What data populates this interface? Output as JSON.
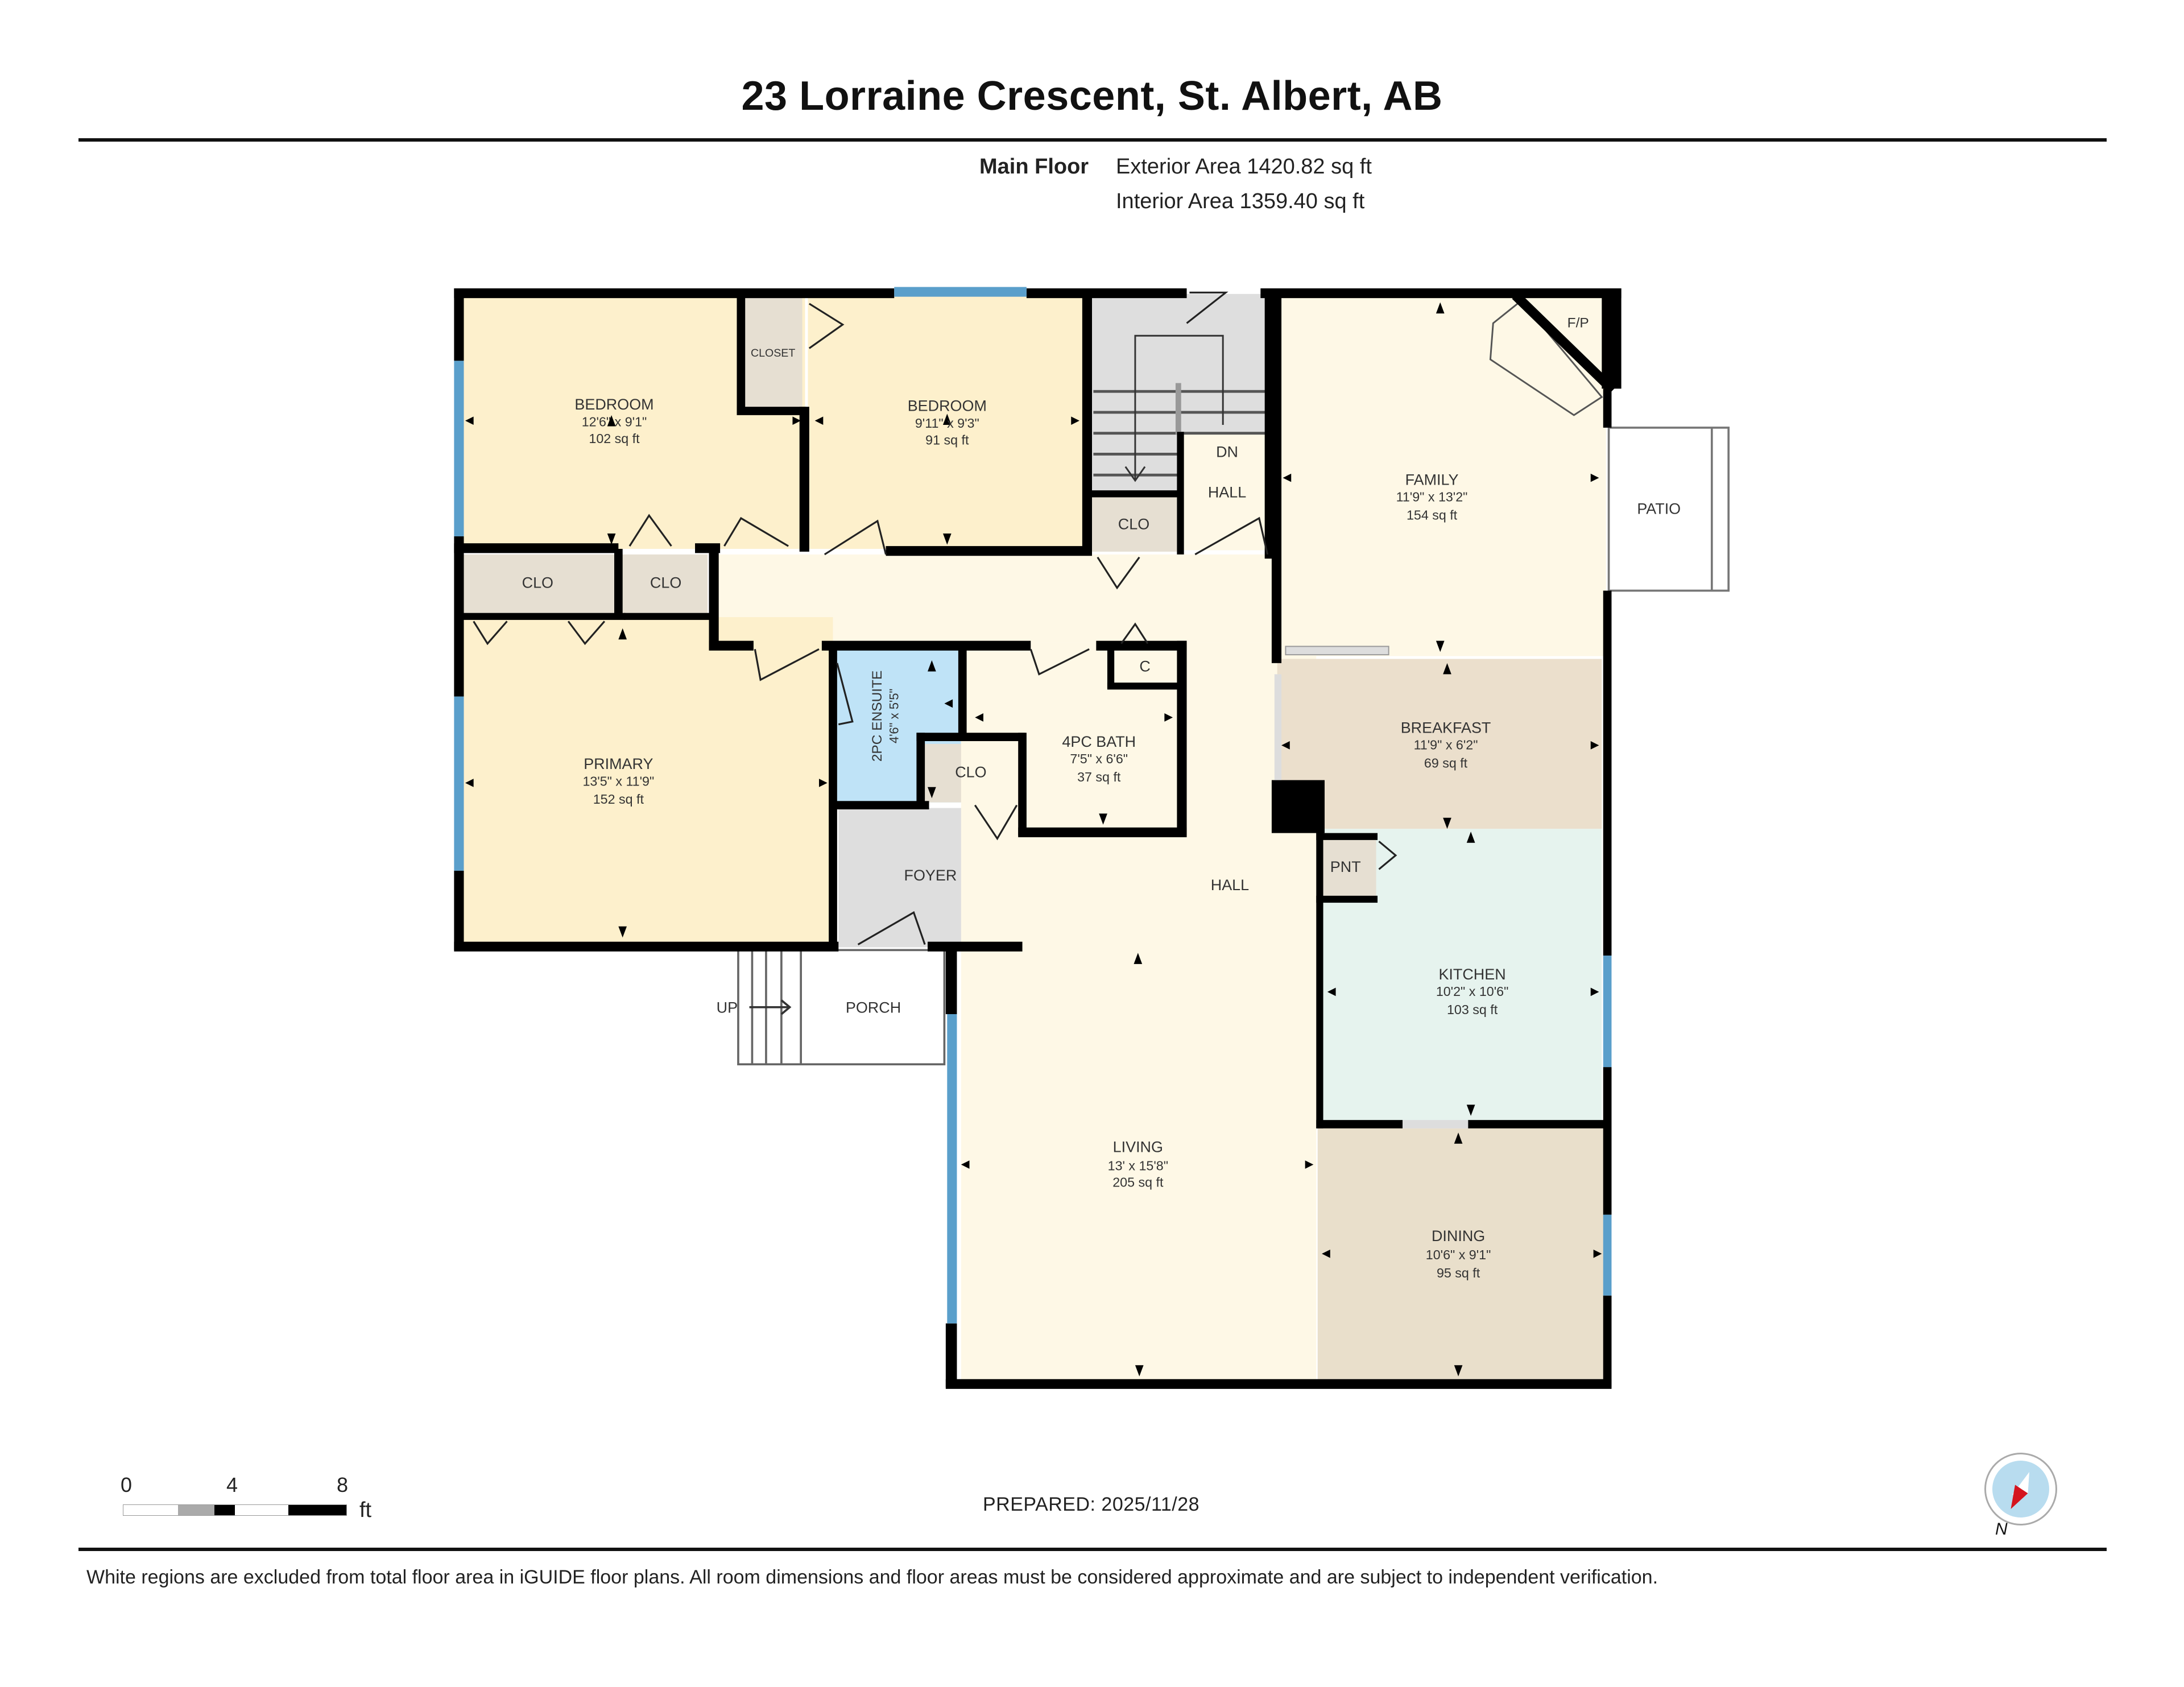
{
  "header": {
    "title": "23 Lorraine Crescent, St. Albert, AB",
    "floor_label": "Main Floor",
    "exterior_area": "Exterior Area 1420.82 sq ft",
    "interior_area": "Interior Area 1359.40 sq ft"
  },
  "colors": {
    "bedroom_fill": "#fdf0cc",
    "hall_fill": "#fef8e6",
    "closet_fill": "#e6dfd2",
    "bath_fill": "#bfe3f7",
    "utility_fill": "#dedede",
    "breakfast_fill": "#ebdfcc",
    "kitchen_fill": "#e6f3ee",
    "dining_fill": "#e9dfcb",
    "wall": "#000000",
    "window": "#5a9fcb"
  },
  "rooms": [
    {
      "name": "BEDROOM",
      "dims": "12'6\" x 9'1\"",
      "area": "102 sq ft"
    },
    {
      "name": "BEDROOM",
      "dims": "9'11\" x 9'3\"",
      "area": "91 sq ft"
    },
    {
      "name": "FAMILY",
      "dims": "11'9\" x 13'2\"",
      "area": "154 sq ft"
    },
    {
      "name": "PRIMARY",
      "dims": "13'5\" x 11'9\"",
      "area": "152 sq ft"
    },
    {
      "name": "2PC ENSUITE",
      "dims": "4'6\" x 5'5\"",
      "area": ""
    },
    {
      "name": "4PC BATH",
      "dims": "7'5\" x 6'6\"",
      "area": "37 sq ft"
    },
    {
      "name": "BREAKFAST",
      "dims": "11'9\" x 6'2\"",
      "area": "69 sq ft"
    },
    {
      "name": "KITCHEN",
      "dims": "10'2\" x 10'6\"",
      "area": "103 sq ft"
    },
    {
      "name": "LIVING",
      "dims": "13' x 15'8\"",
      "area": "205 sq ft"
    },
    {
      "name": "DINING",
      "dims": "10'6\" x 9'1\"",
      "area": "95 sq ft"
    }
  ],
  "labels": {
    "closet": "CLOSET",
    "clo": "CLO",
    "c": "C",
    "hall": "HALL",
    "dn": "DN",
    "fp": "F/P",
    "patio": "PATIO",
    "foyer": "FOYER",
    "porch": "PORCH",
    "up": "UP",
    "pnt": "PNT"
  },
  "scale": {
    "ticks": [
      "0",
      "4",
      "8"
    ],
    "unit": "ft"
  },
  "prepared": "PREPARED: 2025/11/28",
  "compass_label": "N",
  "disclaimer": "White regions are excluded from total floor area in iGUIDE floor plans. All room dimensions and floor areas must be considered approximate and are subject to independent verification."
}
